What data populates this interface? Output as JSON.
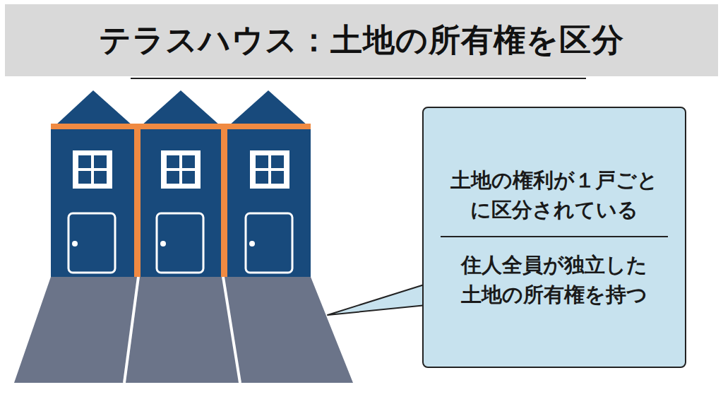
{
  "diagram": {
    "title": "テラスハウス：土地の所有権を区分",
    "nodes": [
      {
        "text": [
          "土地の権利が１戸ごとに区分されている",
          "住人全員が独立した土地の所有権を持つ"
        ]
      }
    ]
  }
}
